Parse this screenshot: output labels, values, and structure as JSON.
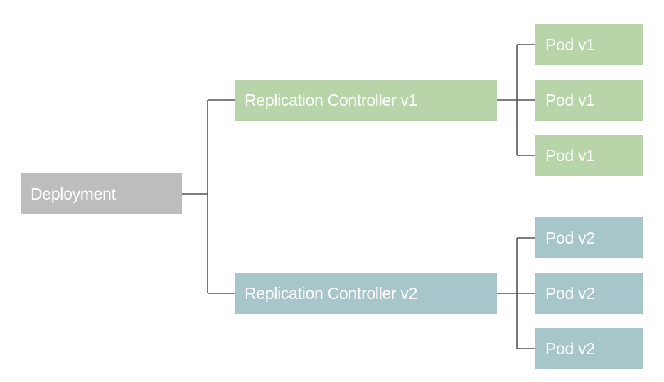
{
  "diagram": {
    "root": {
      "label": "Deployment",
      "color": "#bdbdbd"
    },
    "controllers": [
      {
        "label": "Replication Controller v1",
        "color": "#b7d5a8",
        "pods": [
          {
            "label": "Pod v1"
          },
          {
            "label": "Pod v1"
          },
          {
            "label": "Pod v1"
          }
        ]
      },
      {
        "label": "Replication Controller v2",
        "color": "#a7c6ca",
        "pods": [
          {
            "label": "Pod v2"
          },
          {
            "label": "Pod v2"
          },
          {
            "label": "Pod v2"
          }
        ]
      }
    ],
    "connector_color": "#555555"
  }
}
